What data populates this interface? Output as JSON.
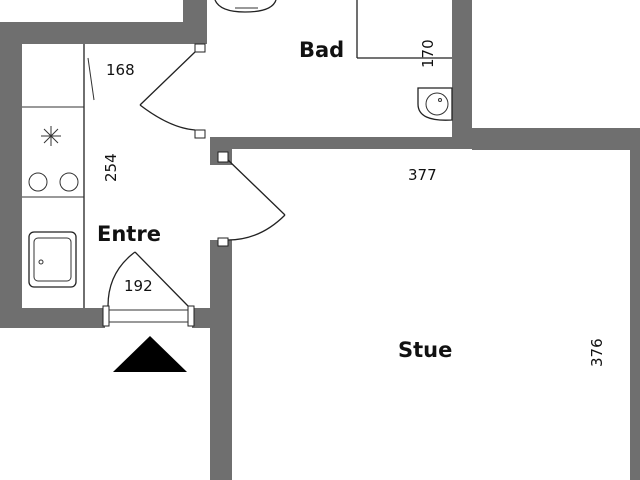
{
  "rooms": {
    "bad": "Bad",
    "entre": "Entre",
    "stue": "Stue"
  },
  "dimensions": {
    "d168": "168",
    "d170": "170",
    "d254": "254",
    "d192": "192",
    "d377": "377",
    "d376": "376"
  },
  "icons": [
    "stove-star-icon",
    "stove-burner-icon",
    "kitchen-sink-icon",
    "toilet-icon",
    "washbasin-icon",
    "entrance-arrow-icon"
  ],
  "colors": {
    "wall": "#6f6f6f",
    "line": "#222222",
    "background": "#ffffff"
  }
}
